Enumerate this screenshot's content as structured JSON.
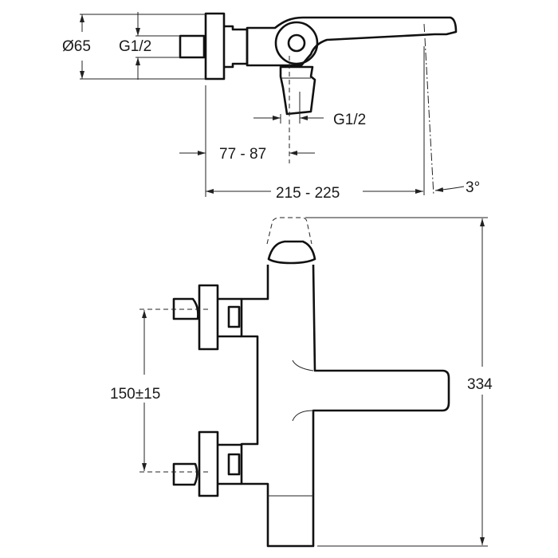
{
  "top_view": {
    "diameter_label": "Ø65",
    "inlet_thread_label": "G1/2",
    "outlet_thread_label": "G1/2",
    "offset_label": "77 - 87",
    "projection_label": "215 - 225",
    "angle_label": "3°"
  },
  "front_view": {
    "inlet_spacing_label": "150±15",
    "height_label": "334"
  }
}
